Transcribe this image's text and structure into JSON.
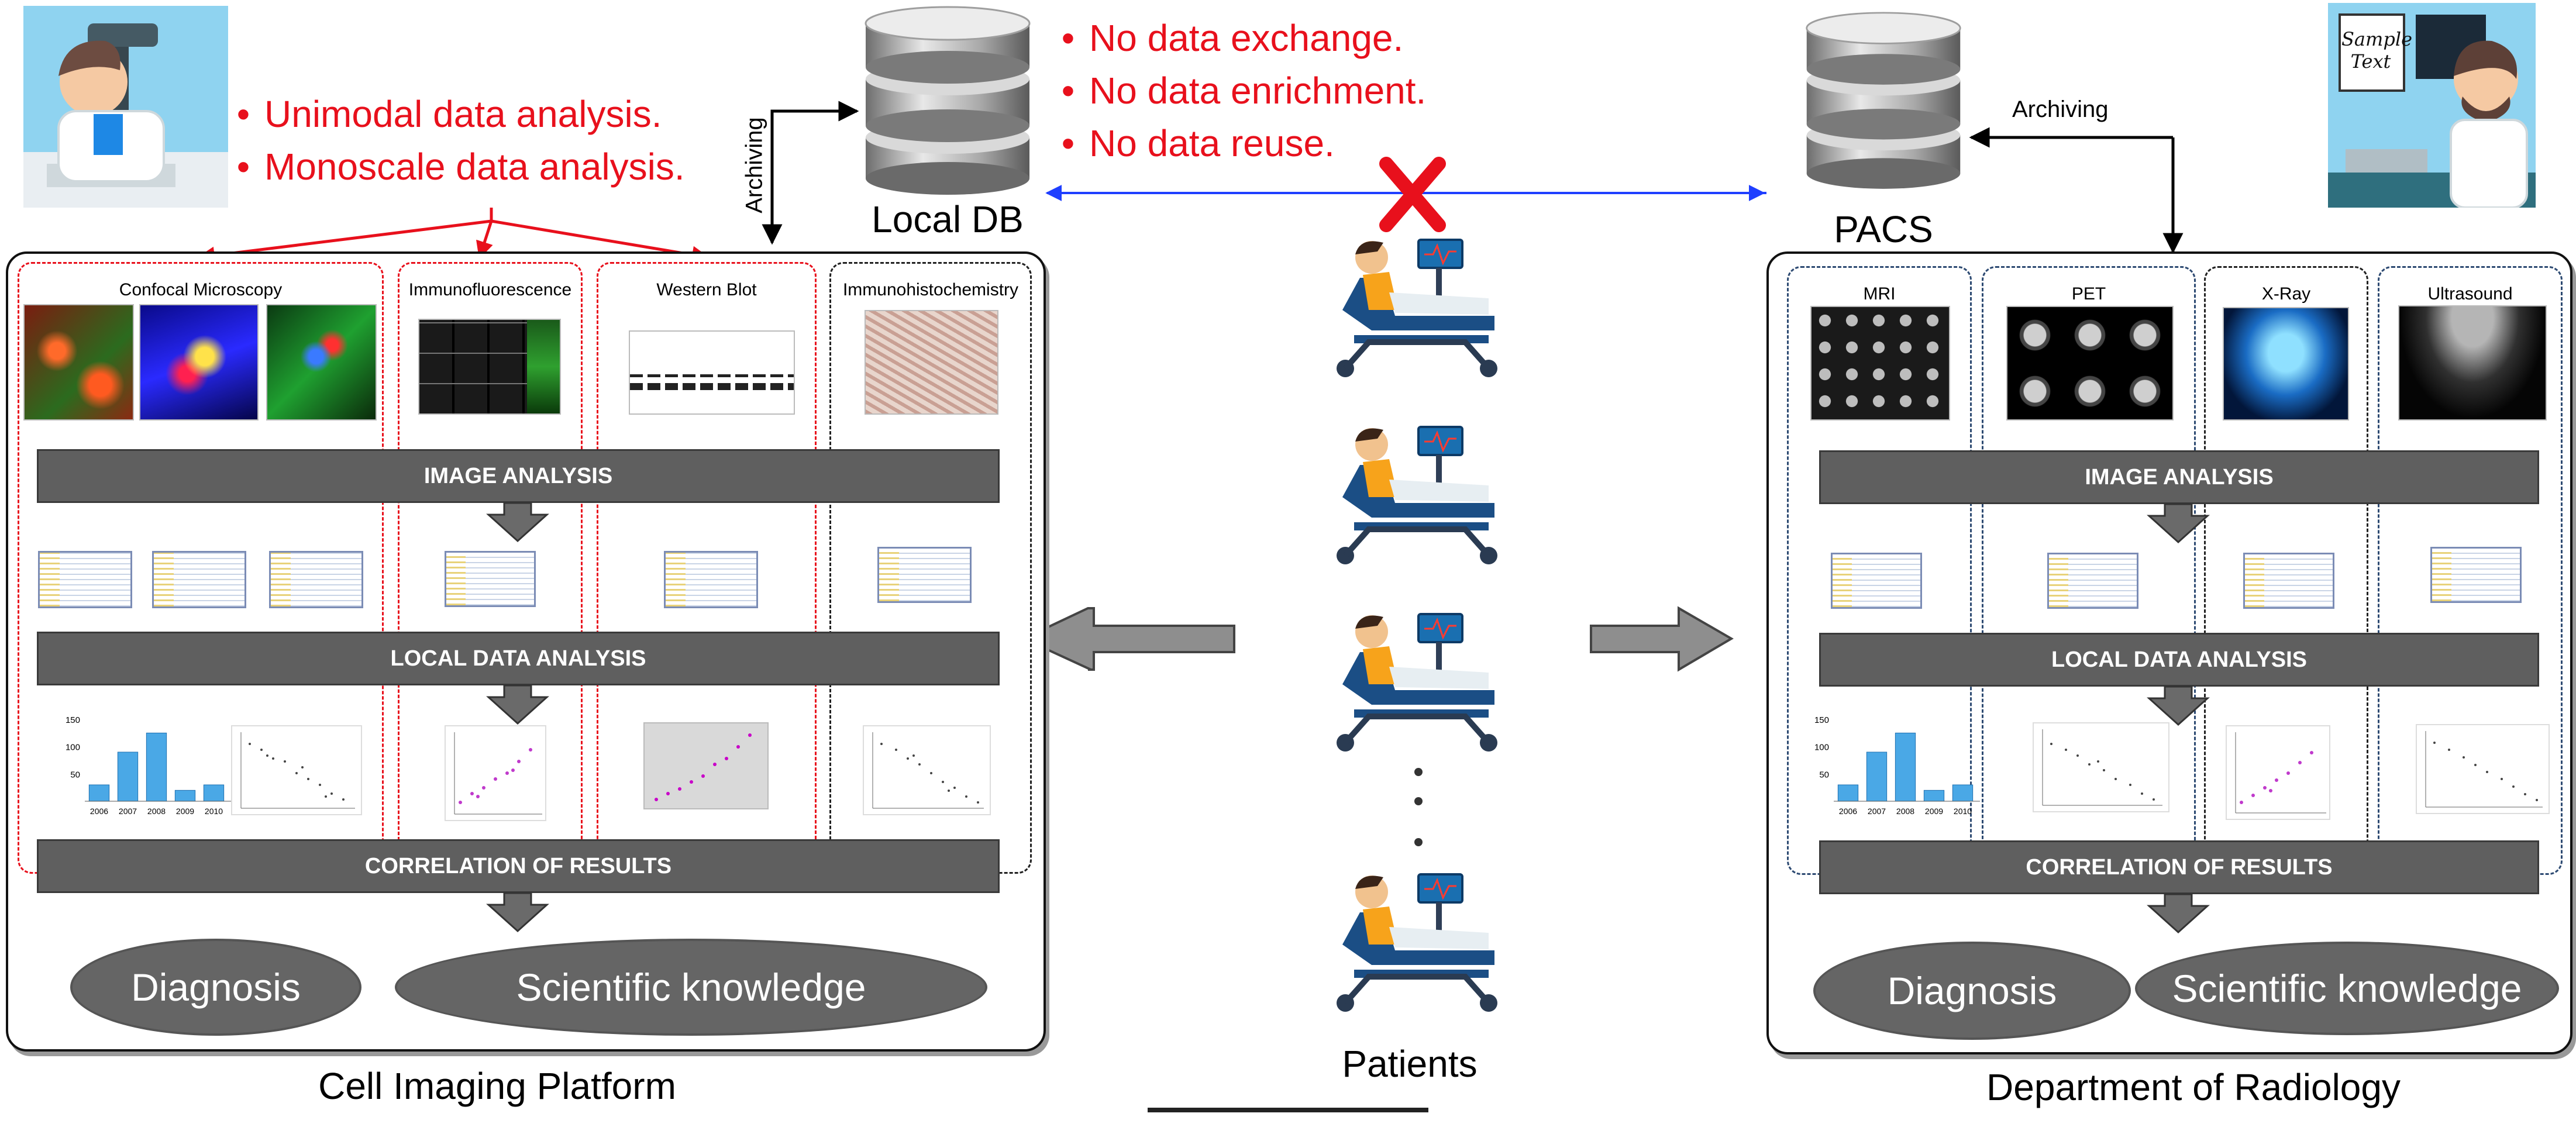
{
  "top_left_bullets": [
    "Unimodal data analysis.",
    "Monoscale data analysis."
  ],
  "top_center_bullets": [
    "No data exchange.",
    "No data enrichment.",
    "No data reuse."
  ],
  "local_db_label": "Local DB",
  "pacs_label": "PACS",
  "archiving_label": "Archiving",
  "sample_sign": {
    "line1": "Sample",
    "line2": "Text"
  },
  "patients_label": "Patients",
  "left_panel": {
    "caption": "Cell Imaging Platform",
    "columns": [
      "Confocal Microscopy",
      "Immunofluorescence",
      "Western Blot",
      "Immunohistochemistry"
    ],
    "bands": [
      "IMAGE ANALYSIS",
      "LOCAL DATA ANALYSIS",
      "CORRELATION OF RESULTS"
    ],
    "outcomes": [
      "Diagnosis",
      "Scientific knowledge"
    ],
    "bar_chart": {
      "categories": [
        "2006",
        "2007",
        "2008",
        "2009",
        "2010"
      ],
      "values": [
        30,
        90,
        125,
        20,
        30
      ],
      "y_ticks": [
        "150",
        "100",
        "50"
      ]
    }
  },
  "right_panel": {
    "caption": "Department of Radiology",
    "columns": [
      "MRI",
      "PET",
      "X-Ray",
      "Ultrasound"
    ],
    "bands": [
      "IMAGE ANALYSIS",
      "LOCAL DATA ANALYSIS",
      "CORRELATION OF RESULTS"
    ],
    "outcomes": [
      "Diagnosis",
      "Scientific knowledge"
    ],
    "bar_chart": {
      "categories": [
        "2006",
        "2007",
        "2008",
        "2009",
        "2010"
      ],
      "values": [
        30,
        90,
        125,
        20,
        30
      ],
      "y_ticks": [
        "150",
        "100",
        "50"
      ]
    }
  },
  "colors": {
    "red": "#e8101c",
    "blue_link": "#1f3fff",
    "band": "#5f5f5f",
    "bar": "#4aa8e6"
  }
}
